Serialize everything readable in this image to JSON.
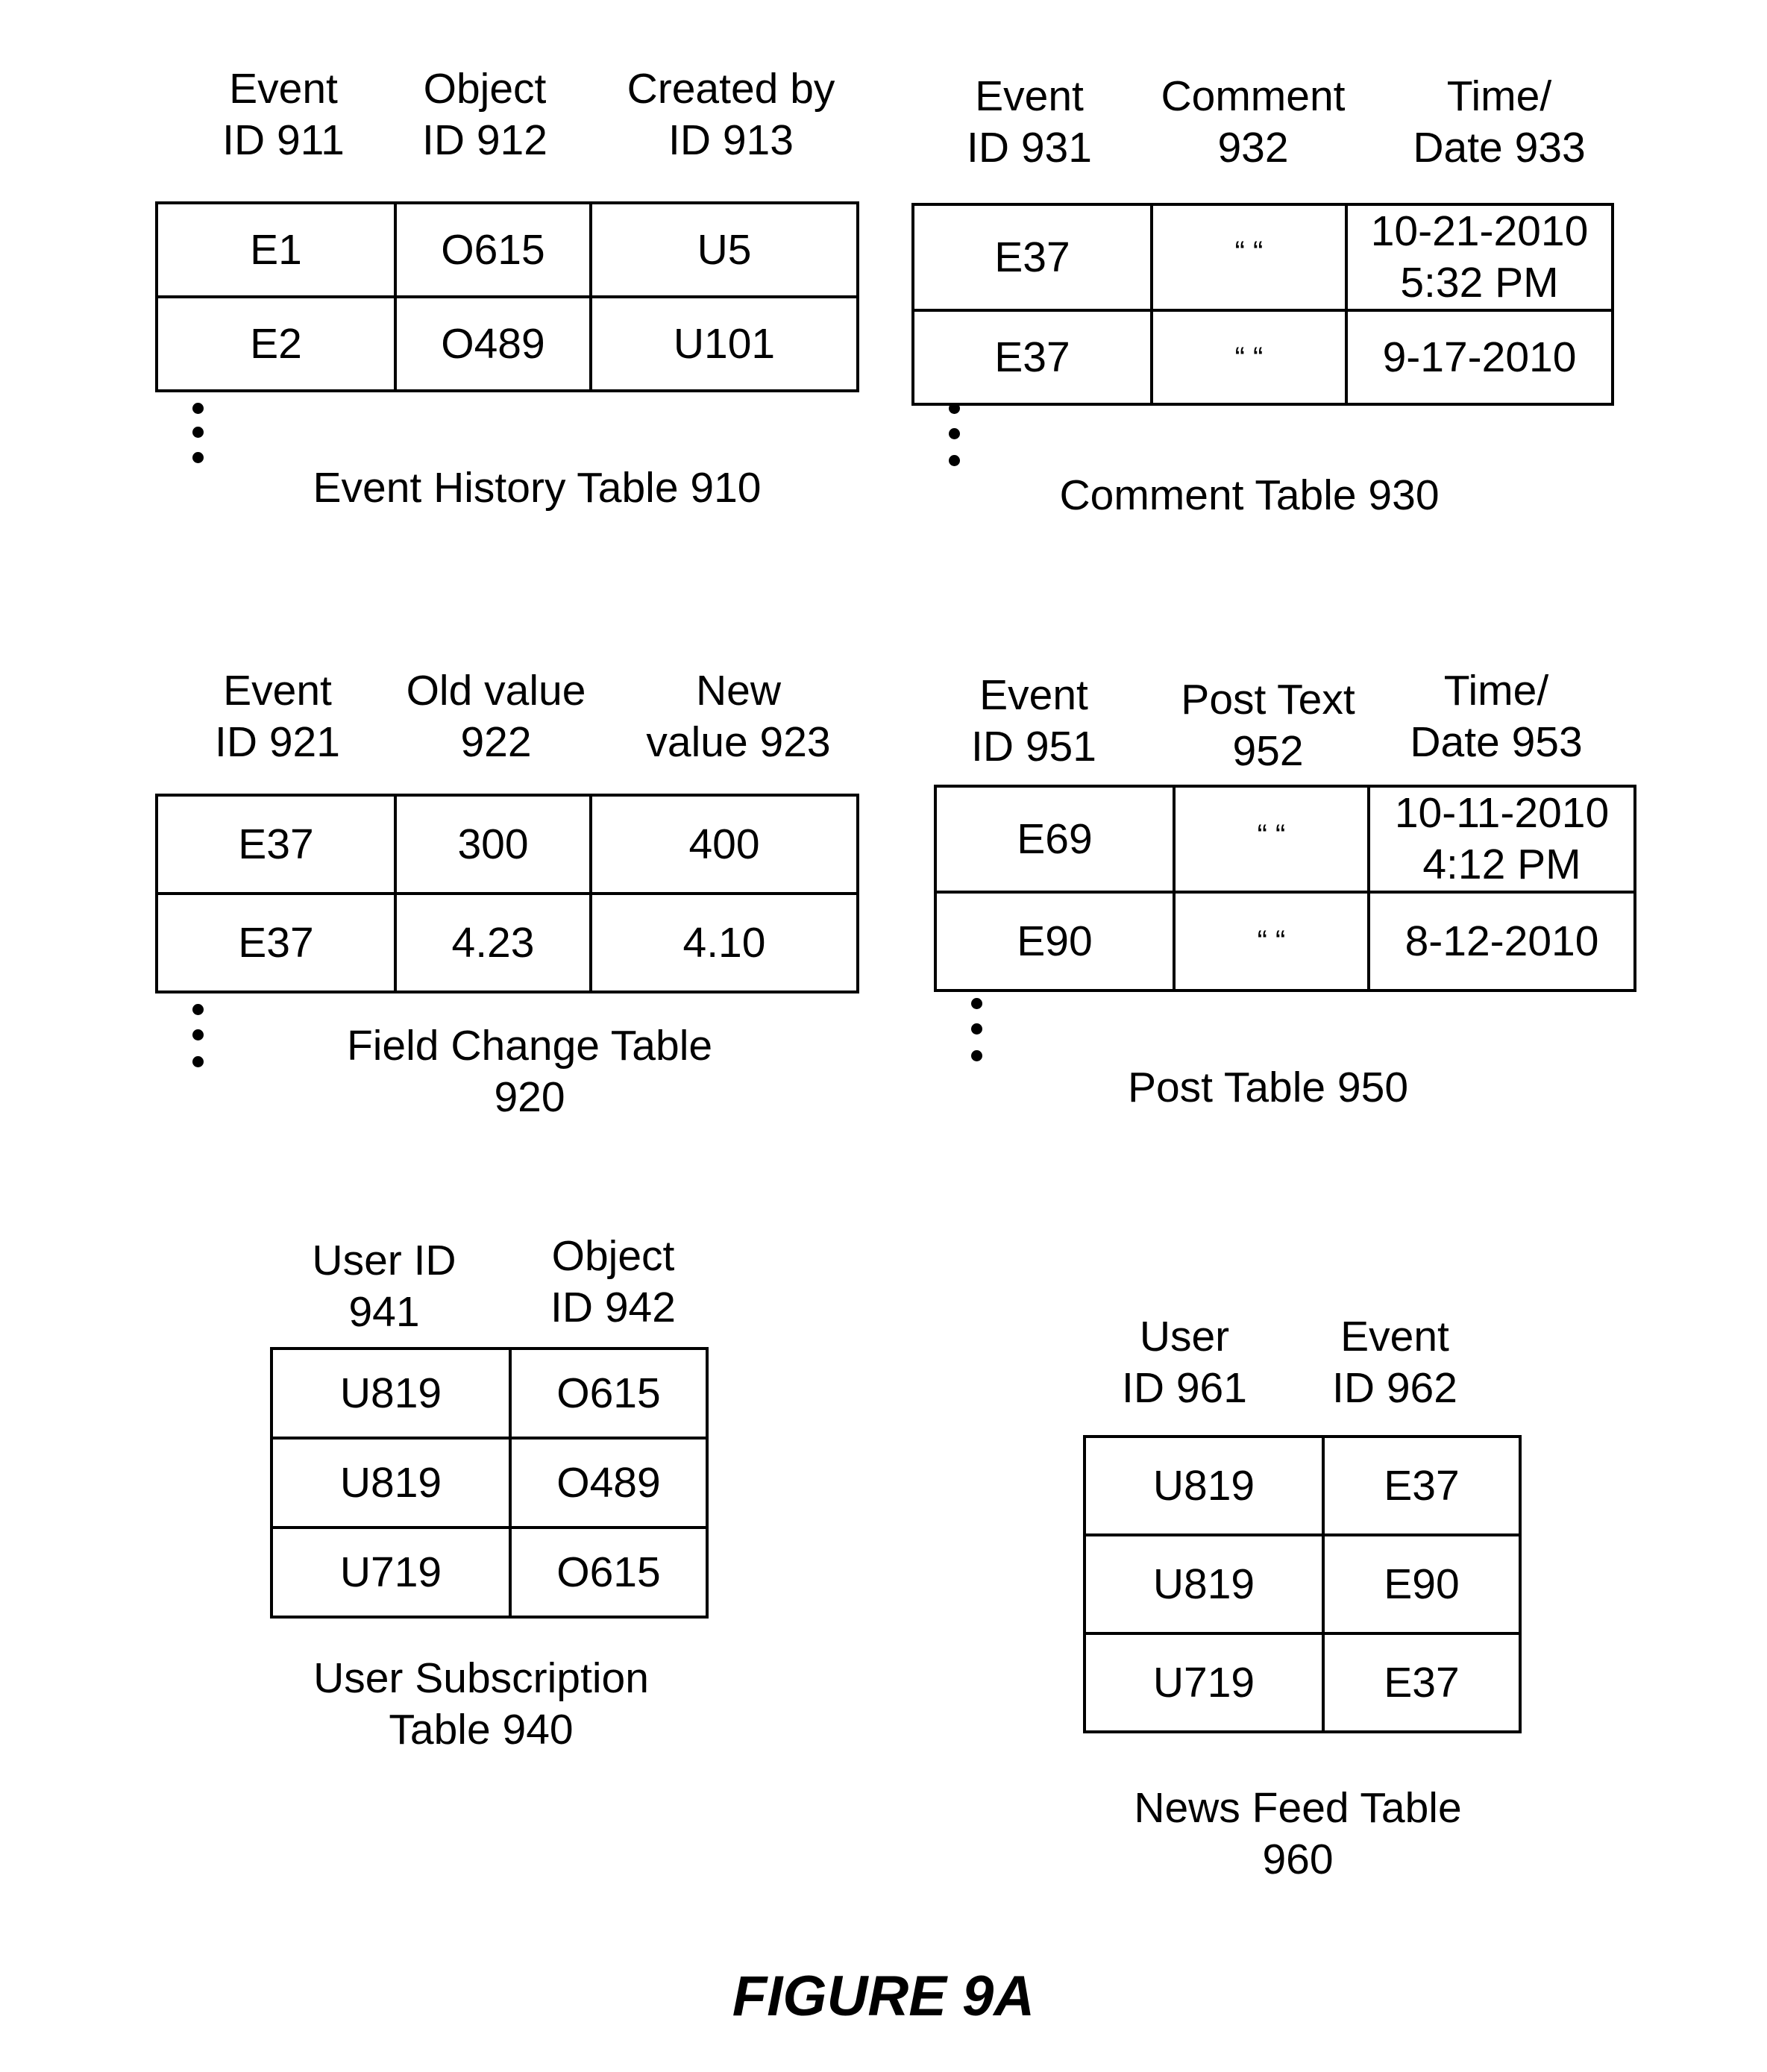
{
  "tables": {
    "event_history": {
      "headers": [
        "Event\nID 911",
        "Object\nID 912",
        "Created by\nID 913"
      ],
      "rows": [
        [
          "E1",
          "O615",
          "U5"
        ],
        [
          "E2",
          "O489",
          "U101"
        ]
      ],
      "caption": "Event History Table 910"
    },
    "comment": {
      "headers": [
        "Event\nID 931",
        "Comment\n932",
        "Time/\nDate 933"
      ],
      "rows": [
        [
          "E37",
          "“     “",
          "10-21-2010\n5:32 PM"
        ],
        [
          "E37",
          "“    “",
          "9-17-2010"
        ]
      ],
      "caption": "Comment Table 930"
    },
    "field_change": {
      "headers": [
        "Event\nID 921",
        "Old value\n922",
        "New\nvalue 923"
      ],
      "rows": [
        [
          "E37",
          "300",
          "400"
        ],
        [
          "E37",
          "4.23",
          "4.10"
        ]
      ],
      "caption": "Field Change Table\n920"
    },
    "post": {
      "headers": [
        "Event\nID 951",
        "Post Text\n952",
        "Time/\nDate 953"
      ],
      "rows": [
        [
          "E69",
          "“     “",
          "10-11-2010\n4:12 PM"
        ],
        [
          "E90",
          "“    “",
          "8-12-2010"
        ]
      ],
      "caption": "Post Table 950"
    },
    "user_subscription": {
      "headers": [
        "User ID\n941",
        "Object\nID 942"
      ],
      "rows": [
        [
          "U819",
          "O615"
        ],
        [
          "U819",
          "O489"
        ],
        [
          "U719",
          "O615"
        ]
      ],
      "caption": "User Subscription\nTable 940"
    },
    "news_feed": {
      "headers": [
        "User\nID 961",
        "Event\nID 962"
      ],
      "rows": [
        [
          "U819",
          "E37"
        ],
        [
          "U819",
          "E90"
        ],
        [
          "U719",
          "E37"
        ]
      ],
      "caption": "News Feed Table\n960"
    }
  },
  "figure_label": "FIGURE 9A"
}
